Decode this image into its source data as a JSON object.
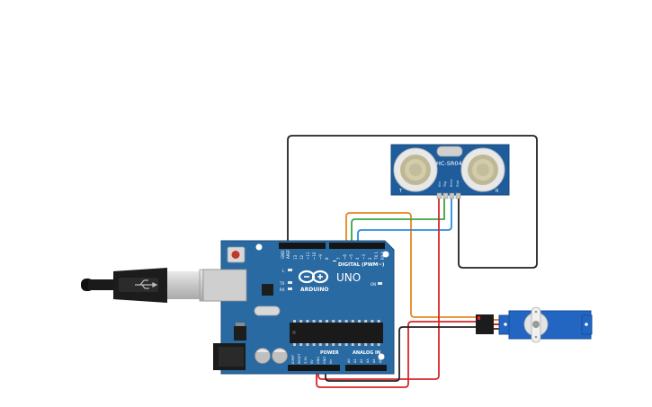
{
  "canvas": {
    "background": "#ffffff"
  },
  "arduino": {
    "logo_text": "ARDUINO",
    "model_text": "UNO",
    "digital_label": "DIGITAL (PWM~)",
    "power_label": "POWER",
    "analog_label": "ANALOG IN",
    "tx_label": "TX",
    "rx_label": "RX",
    "l_label": "L",
    "on_label": "ON",
    "aref_label": "AREF",
    "gnd_label": "GND",
    "ioref_label": "IOREF",
    "reset_label": "RESET",
    "v33_label": "3.3V",
    "v5_label": "5V",
    "vin_label": "Vin",
    "digital_pins": [
      "13",
      "12",
      "~11",
      "~10",
      "~9",
      "8",
      "7",
      "~6",
      "~5",
      "4",
      "~3",
      "2",
      "TX 1",
      "RX 0"
    ],
    "analog_pins": [
      "A0",
      "A1",
      "A2",
      "A3",
      "A4",
      "A5"
    ],
    "board_color": "#2a6aa3"
  },
  "sensor": {
    "label": "HC-SR04",
    "pins": [
      "Vcc",
      "Trig",
      "Echo",
      "Gnd"
    ],
    "left_mark": "T",
    "right_mark": "R",
    "board_color": "#1f5c9c"
  },
  "usb_cable": {
    "icon": "usb-icon"
  },
  "servo": {
    "body_color": "#2266c2"
  },
  "wires": {
    "gnd_color": "#222222",
    "power_color": "#d6262a",
    "orange_color": "#e6871f",
    "green_color": "#3aa640",
    "blue_color": "#2a8ce0"
  }
}
